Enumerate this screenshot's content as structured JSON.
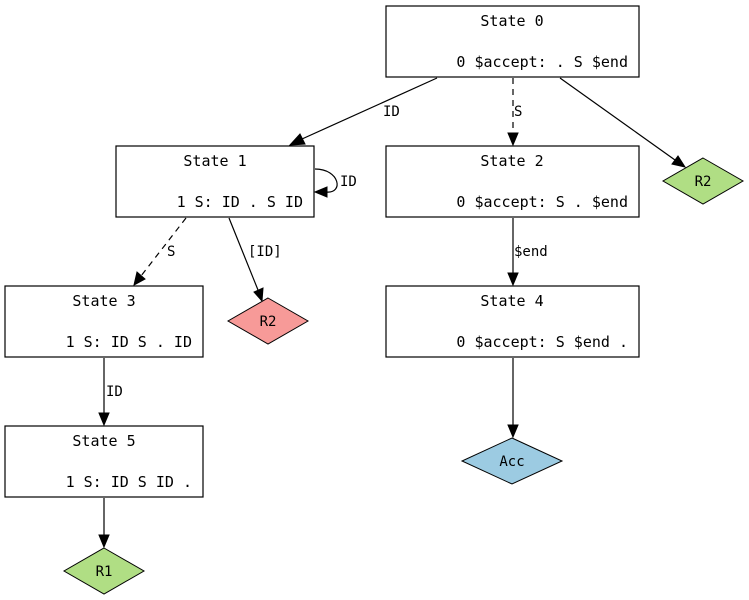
{
  "states": [
    {
      "id": "state-0",
      "title": "State 0",
      "item": "0 $accept: . S $end"
    },
    {
      "id": "state-1",
      "title": "State 1",
      "item": "1 S: ID . S ID"
    },
    {
      "id": "state-2",
      "title": "State 2",
      "item": "0 $accept: S . $end"
    },
    {
      "id": "state-3",
      "title": "State 3",
      "item": "1 S: ID S . ID"
    },
    {
      "id": "state-4",
      "title": "State 4",
      "item": "0 $accept: S $end ."
    },
    {
      "id": "state-5",
      "title": "State 5",
      "item": "1 S: ID S ID ."
    }
  ],
  "actions": [
    {
      "id": "r2-state0",
      "label": "R2",
      "color": "#b0de84"
    },
    {
      "id": "r2-state1",
      "label": "R2",
      "color": "#f79a98"
    },
    {
      "id": "acc-state4",
      "label": "Acc",
      "color": "#9ccbe2"
    },
    {
      "id": "r1-state5",
      "label": "R1",
      "color": "#b0de84"
    }
  ],
  "edges": [
    {
      "id": "s0-s1",
      "label": "ID",
      "style": "solid"
    },
    {
      "id": "s0-s2",
      "label": "S",
      "style": "dashed"
    },
    {
      "id": "s0-r2",
      "label": "",
      "style": "solid"
    },
    {
      "id": "s1-s1",
      "label": "ID",
      "style": "solid"
    },
    {
      "id": "s1-s3",
      "label": "S",
      "style": "dashed"
    },
    {
      "id": "s1-r2",
      "label": "[ID]",
      "style": "solid"
    },
    {
      "id": "s2-s4",
      "label": "$end",
      "style": "solid"
    },
    {
      "id": "s3-s5",
      "label": "ID",
      "style": "solid"
    },
    {
      "id": "s4-acc",
      "label": "",
      "style": "solid"
    },
    {
      "id": "s5-r1",
      "label": "",
      "style": "solid"
    }
  ]
}
